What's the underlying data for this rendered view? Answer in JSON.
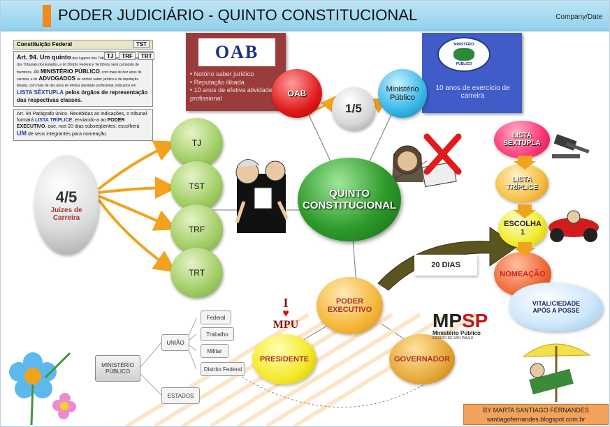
{
  "header": {
    "title": "PODER JUDICIÁRIO - QUINTO CONSTITUCIONAL",
    "company": "Company/Date"
  },
  "legal": {
    "heading": "Constituição Federal",
    "heading_tag": "TST",
    "tags": [
      "TJ",
      "TRF",
      "TRT"
    ],
    "art94_lead": "Art. 94. Um quinto",
    "art94_small": "dos lugares dos Tribunais Regionais Federais, dos Tribunais dos Estados, e do Distrito Federal e Territórios será composto de membros,",
    "art94_mp_pre": "do",
    "art94_mp": "MINISTÉRIO PÚBLICO",
    "art94_mp_post": ", com mais de dez anos de carreira, e de",
    "art94_adv": "ADVOGADOS",
    "art94_adv_post": "de notório saber jurídico e de reputação ilibada, com mais de dez anos de efetiva atividade profissional, indicados em",
    "lista_sextupla": "LISTA SÊXTUPLA",
    "art94_end": "pelos órgãos de representação das respectivas classes.",
    "par_unico_pre": "Art. 94 Parágrafo único. Recebidas as indicações, o tribunal formará",
    "lista_triplice": "LISTA TRÍPLICE",
    "par_unico_mid": ", enviando-a ao",
    "poder_exec": "PODER EXECUTIVO",
    "par_unico_mid2": ", que, nos 20 dias subseqüentes, escolherá",
    "um": "UM",
    "par_unico_end": "de seus integrantes para nomeação."
  },
  "oab_panel": {
    "logo": "OAB",
    "bullets": [
      "Notório saber jurídico",
      "Reputação ilibada",
      "10 anos de efetiva atividade profissional"
    ]
  },
  "mp_panel": {
    "logo_top": "MINISTÉRIO",
    "logo_bottom": "PÚBLICO",
    "text": "10 anos de exercício de carreira"
  },
  "nodes": {
    "oab": "OAB",
    "fraction": "1/5",
    "ministerio_publico": "Ministério Público",
    "quinto": "QUINTO CONSTITUCIONAL",
    "four_fifths": "4/5",
    "juizes": "Juízes de Carreira",
    "tribunais": [
      "TJ",
      "TST",
      "TRF",
      "TRT"
    ],
    "poder_executivo": "PODER EXECUTIVO",
    "presidente": "PRESIDENTE",
    "governador": "GOVERNADOR",
    "vinte_dias": "20 DIAS"
  },
  "steps": [
    "LISTA SEXTUPLA",
    "LISTA TRÍPLICE",
    "ESCOLHA 1",
    "NOMEAÇÃO"
  ],
  "vitaliciedade": "VITALICIEDADE APÓS A POSSE",
  "mpu": {
    "i": "I",
    "text": "MPU"
  },
  "mpsp": {
    "big": "MPSP",
    "line1": "Ministério Público",
    "line2": "ESTADO DE SÃO PAULO"
  },
  "mp_tree": {
    "root": "MINISTÉRIO PÚBLICO",
    "uniao": "UNIÃO",
    "estados": "ESTADOS",
    "ramos": [
      "Federal",
      "Trabalho",
      "Militar",
      "Distrito Federal"
    ]
  },
  "credits": {
    "author": "BY MARTA SANTIAGO FERNANDES",
    "blog": "santiagofernandes.blogspot.com.br"
  },
  "colors": {
    "header": "#8fd0ec",
    "accent": "#f08a1a",
    "oab_panel": "#9a3c3c",
    "mp_panel": "#3f5cc9"
  }
}
